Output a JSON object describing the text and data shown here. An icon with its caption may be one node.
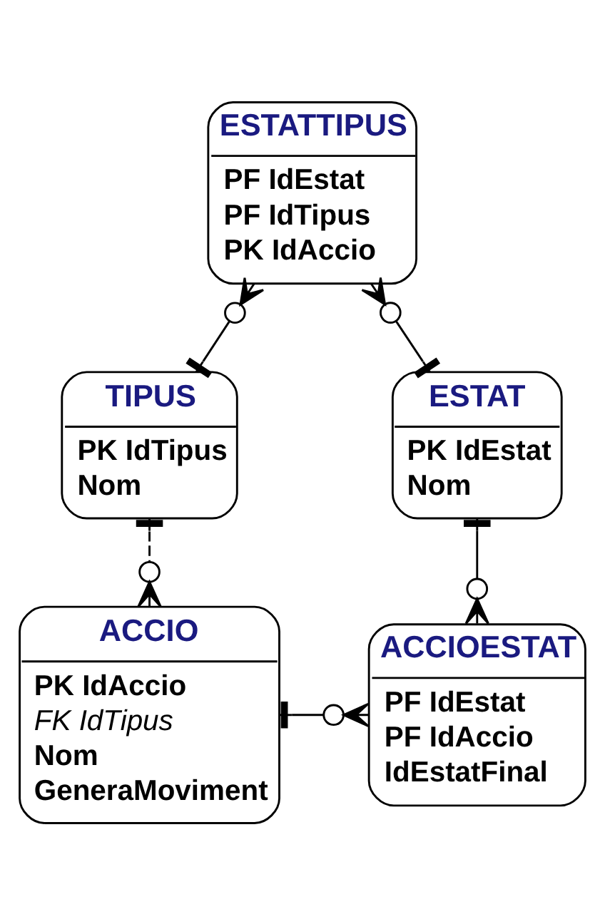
{
  "diagram": {
    "nodes": [
      {
        "text": [
          "ESTATTIPUS",
          "PF IdEstat",
          "PF IdTipus",
          "PK IdAccio"
        ]
      },
      {
        "text": [
          "TIPUS",
          "PK IdTipus",
          "Nom"
        ]
      },
      {
        "text": [
          "ESTAT",
          "PK IdEstat",
          "Nom"
        ]
      },
      {
        "text": [
          "ACCIO",
          "PK IdAccio",
          "FK IdTipus",
          "Nom",
          "GeneraMoviment"
        ]
      },
      {
        "text": [
          "ACCIOESTAT",
          "PF IdEstat",
          "PF IdAccio",
          "IdEstatFinal"
        ]
      }
    ],
    "edges": [
      {
        "from": 1,
        "to": 0,
        "arrow": "other"
      },
      {
        "from": 2,
        "to": 0,
        "arrow": "other"
      },
      {
        "from": 1,
        "to": 3,
        "arrow": "other",
        "style": "dashed"
      },
      {
        "from": 2,
        "to": 4,
        "arrow": "other"
      },
      {
        "from": 3,
        "to": 4,
        "arrow": "other"
      }
    ]
  }
}
